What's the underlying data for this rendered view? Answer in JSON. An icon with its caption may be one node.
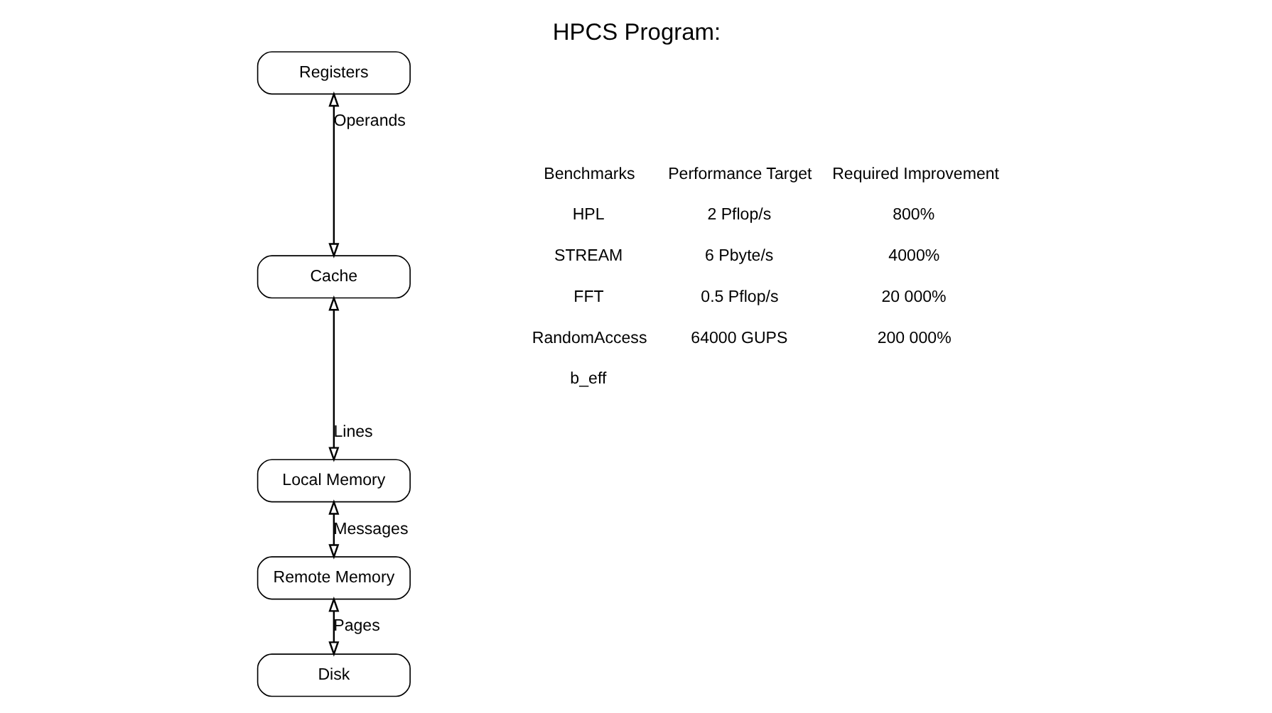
{
  "diagram": {
    "title": "HPCS Program:",
    "nodes": [
      {
        "text": [
          "Registers"
        ]
      },
      {
        "text": [
          "Cache"
        ]
      },
      {
        "text": [
          "Local Memory"
        ]
      },
      {
        "text": [
          "Remote Memory"
        ]
      },
      {
        "text": [
          "Disk"
        ]
      }
    ],
    "edges": [
      {
        "from": 0,
        "to": 1,
        "arrow": "both",
        "label": "Operands"
      },
      {
        "from": 1,
        "to": 2,
        "arrow": "both",
        "label": "Lines"
      },
      {
        "from": 2,
        "to": 3,
        "arrow": "both",
        "label": "Messages"
      },
      {
        "from": 3,
        "to": 4,
        "arrow": "both",
        "label": "Pages"
      }
    ],
    "labels": [
      "Benchmarks",
      "Performance Target",
      "Required Improvement",
      "HPL",
      "2 Pflop/s",
      "800%",
      "STREAM",
      "6 Pbyte/s",
      "4000%",
      "FFT",
      "0.5 Pflop/s",
      "20 000%",
      "RandomAccess",
      "64000 GUPS",
      "200 000%",
      "b_eff"
    ]
  }
}
